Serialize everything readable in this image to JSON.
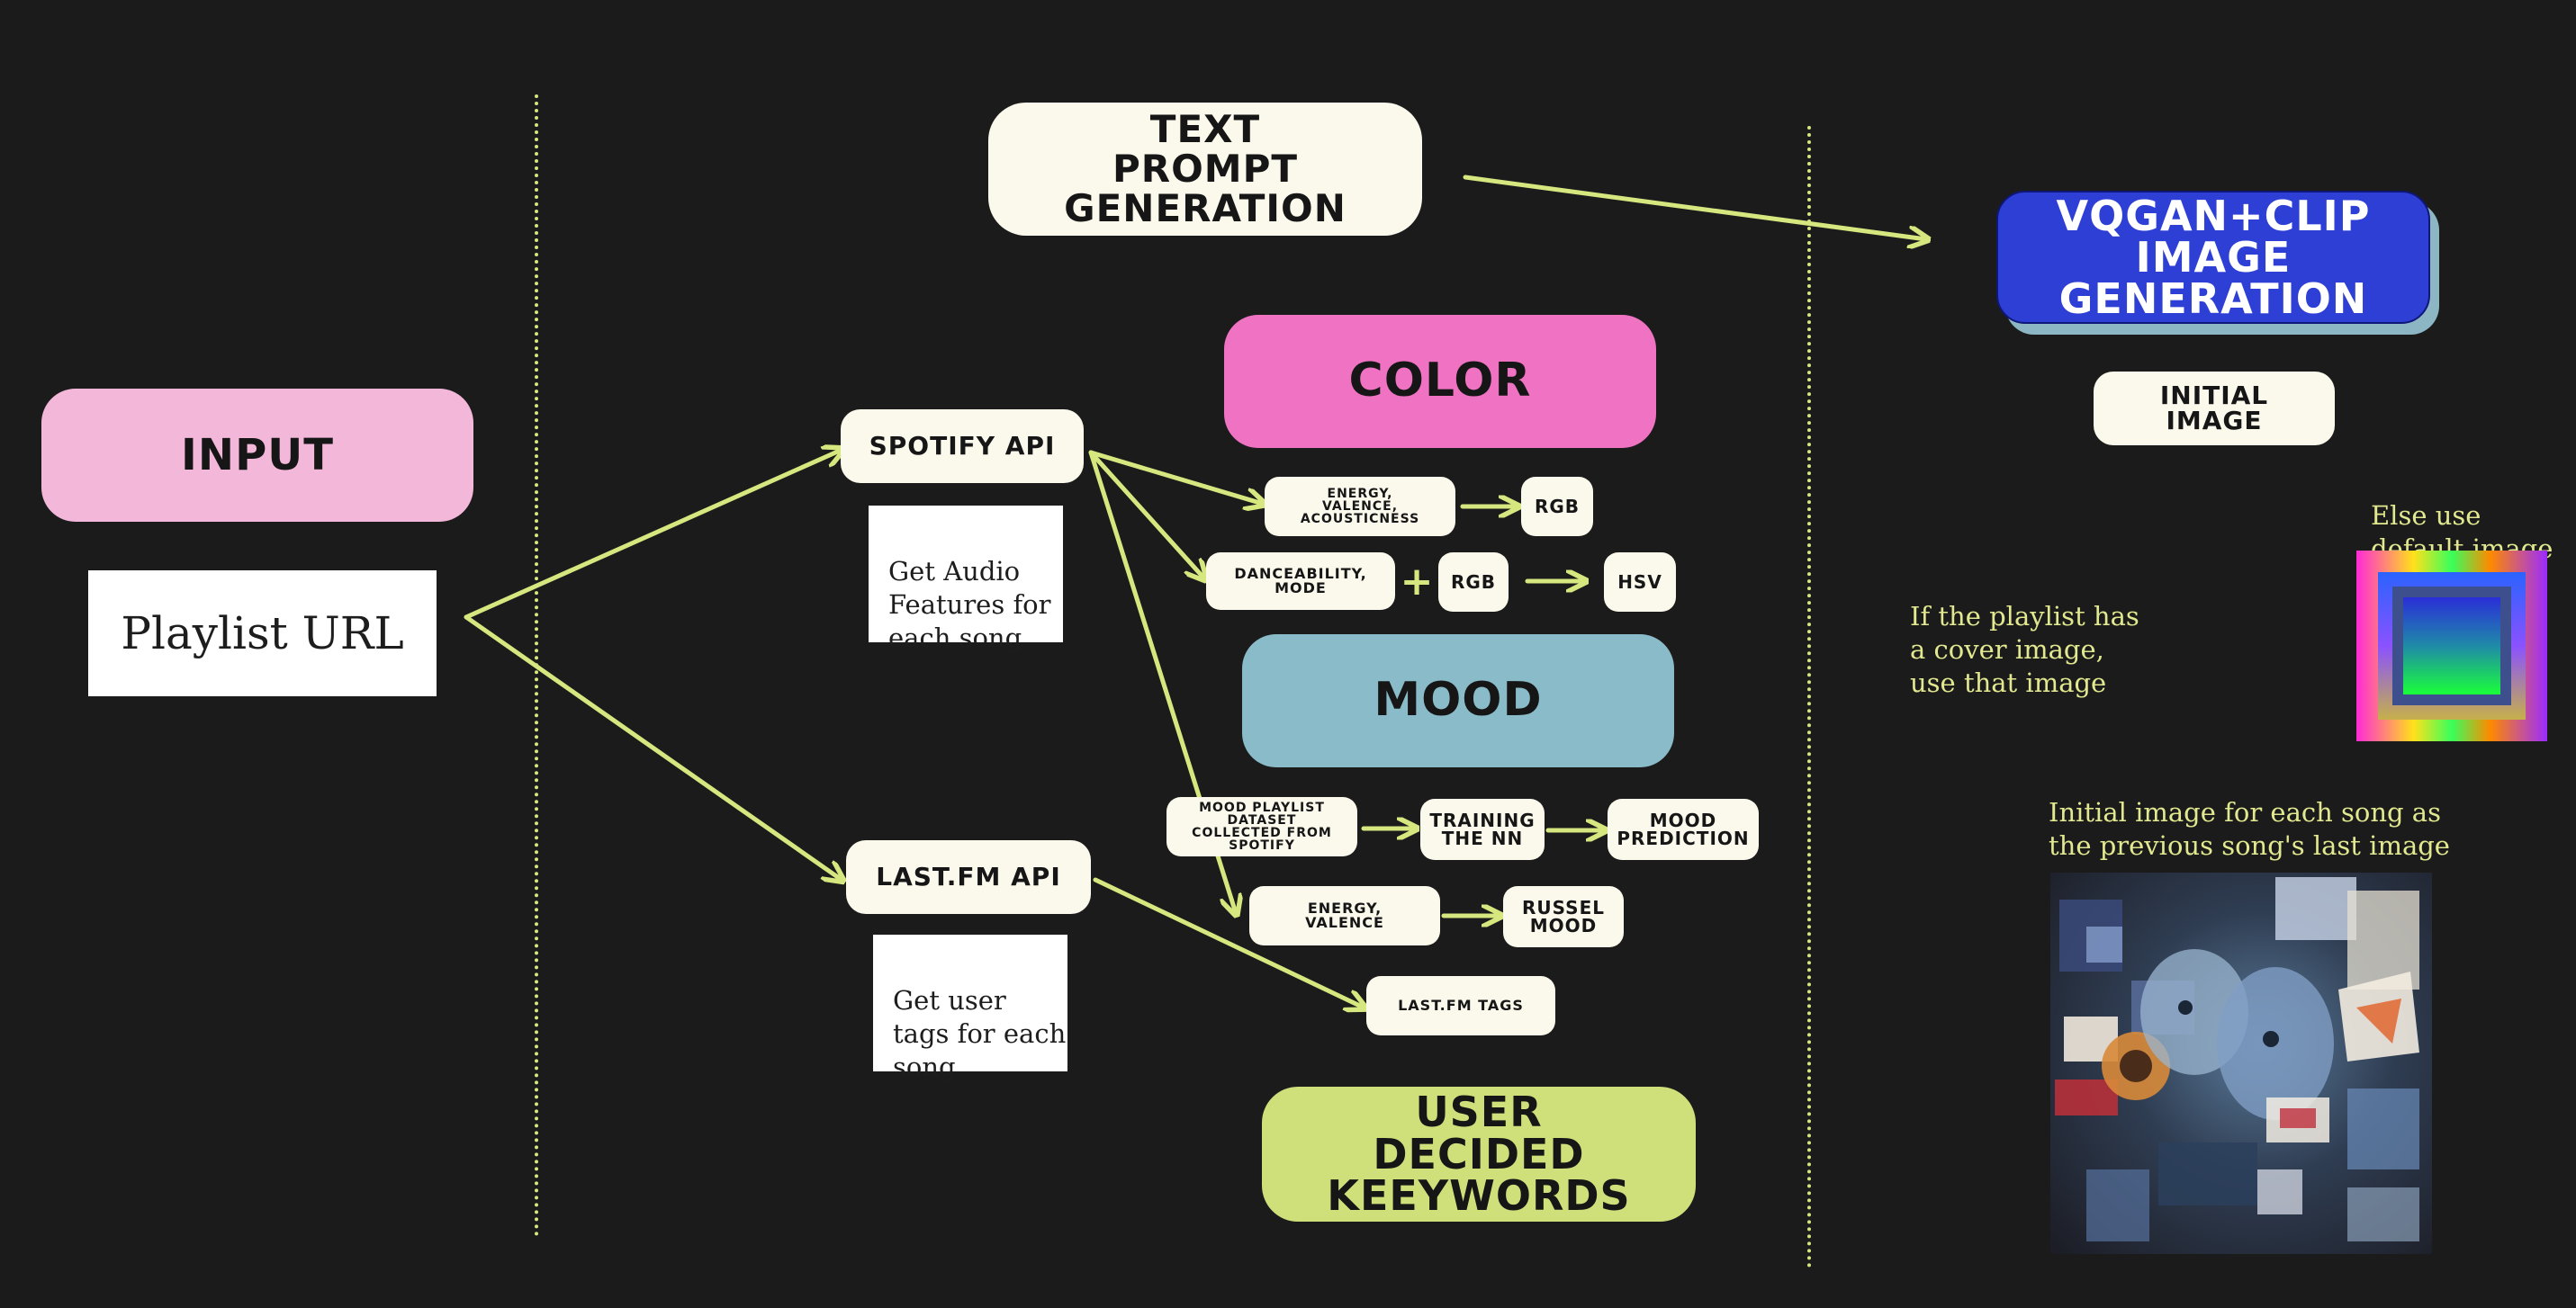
{
  "colors": {
    "background": "#1b1b1b",
    "connector": "#d6e77f",
    "input_pink": "#f3b7d9",
    "color_pink": "#ef73c2",
    "mood_blue": "#8abbc8",
    "vqgan_blue": "#2e3fd5",
    "keywords_green": "#cfdf7a",
    "cream": "#fbf8ec",
    "note_text": "#e2e88f"
  },
  "input": {
    "title": "INPUT",
    "playlist_url": "Playlist URL"
  },
  "spotify": {
    "title": "SPOTIFY API",
    "description": "Get Audio\nFeatures for\neach song"
  },
  "lastfm": {
    "title": "LAST.FM API",
    "description": "Get user\ntags for each\nsong"
  },
  "text_prompt": {
    "title": "TEXT\nPROMPT\nGENERATION"
  },
  "color_section": {
    "title": "COLOR",
    "energy_box": "ENERGY,\nVALENCE,\nACOUSTICNESS",
    "rgb_1": "RGB",
    "dance_box": "DANCEABILITY,\nMODE",
    "plus": "+",
    "rgb_2": "RGB",
    "hsv": "HSV"
  },
  "mood_section": {
    "title": "MOOD",
    "dataset_box": "MOOD PLAYLIST\nDATASET\nCOLLECTED FROM\nSPOTIFY",
    "training_box": "TRAINING\nTHE NN",
    "prediction_box": "MOOD\nPREDICTION",
    "energy_valence_box": "ENERGY,\nVALENCE",
    "russel_box": "RUSSEL\nMOOD",
    "lastfm_tags_box": "LAST.FM TAGS"
  },
  "keywords": {
    "title": "USER\nDECIDED\nKEEYWORDS"
  },
  "vqgan": {
    "title": "VQGAN+CLIP\nIMAGE\nGENERATION",
    "initial_image": "INITIAL\nIMAGE",
    "cover_note": "If the playlist has\na cover image,\nuse that image",
    "default_note": "Else use\ndefault image",
    "previous_note": "Initial image for each song as\nthe previous song's last image"
  }
}
